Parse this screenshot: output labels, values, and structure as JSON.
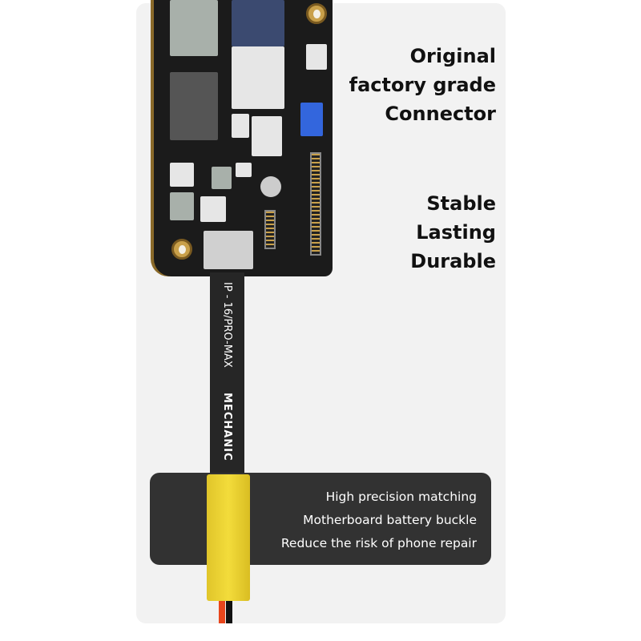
{
  "headline_top": [
    "Original",
    "factory grade",
    "Connector"
  ],
  "headline_mid": [
    "Stable",
    "Lasting",
    "Durable"
  ],
  "cable": {
    "model": "IP - 16/PRO-MAX",
    "brand": "MECHANIC"
  },
  "banner": [
    "High precision matching",
    "Motherboard battery buckle",
    "Reduce the risk of phone repair"
  ]
}
